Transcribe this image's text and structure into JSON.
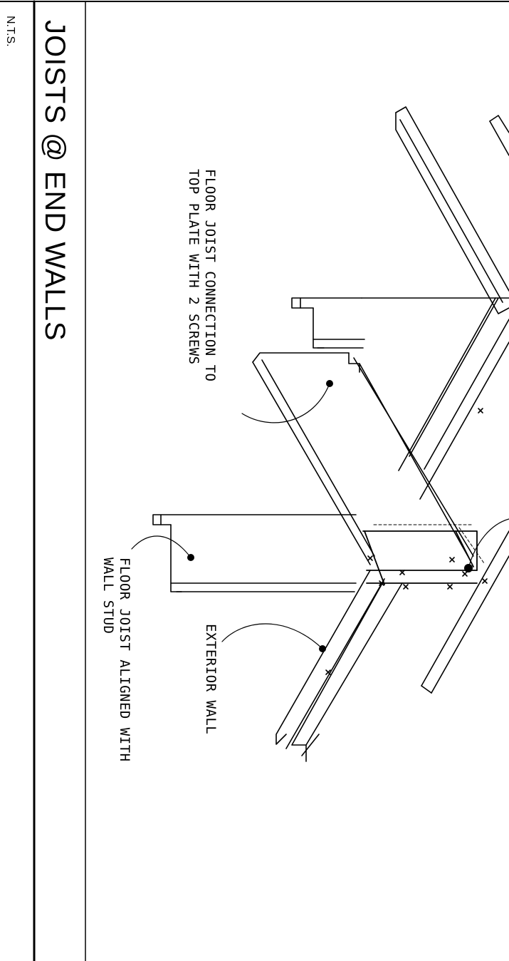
{
  "title": "JOISTS @ END WALLS",
  "scale": "N.T.S.",
  "callouts": {
    "top_plate": [
      "FLOOR JOIST CONNECTION TO",
      "TOP PLATE WITH 2 SCREWS"
    ],
    "exterior_wall": [
      "EXTERIOR WALL"
    ],
    "wall_stud": [
      "FLOOR JOIST ALIGNED WITH",
      "WALL STUD"
    ]
  },
  "colors": {
    "line": "#000000",
    "background": "#ffffff"
  }
}
